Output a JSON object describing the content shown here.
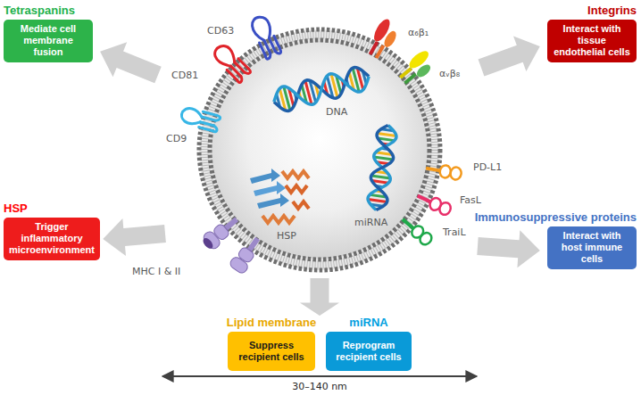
{
  "diagram": {
    "nodes": [
      {
        "text": [
          "Tetraspanins",
          "Mediate cell membrane fusion"
        ]
      },
      {
        "text": [
          "Integrins",
          "Interact with tissue endothelial cells"
        ]
      },
      {
        "text": [
          "HSP",
          "Trigger inflammatory microenvironment"
        ]
      },
      {
        "text": [
          "Immunosuppressive proteins",
          "Interact with host immune cells"
        ]
      },
      {
        "text": [
          "Lipid membrane",
          "Suppress recipient cells"
        ]
      },
      {
        "text": [
          "miRNA",
          "Reprogram recipient cells"
        ]
      }
    ],
    "labels": [
      "CD63",
      "CD81",
      "CD9",
      "DNA",
      "HSP",
      "miRNA",
      "MHC I & II",
      "α₆β₁",
      "αᵥβ₈",
      "PD-L1",
      "FasL",
      "TraiL",
      "30–140 nm"
    ]
  }
}
